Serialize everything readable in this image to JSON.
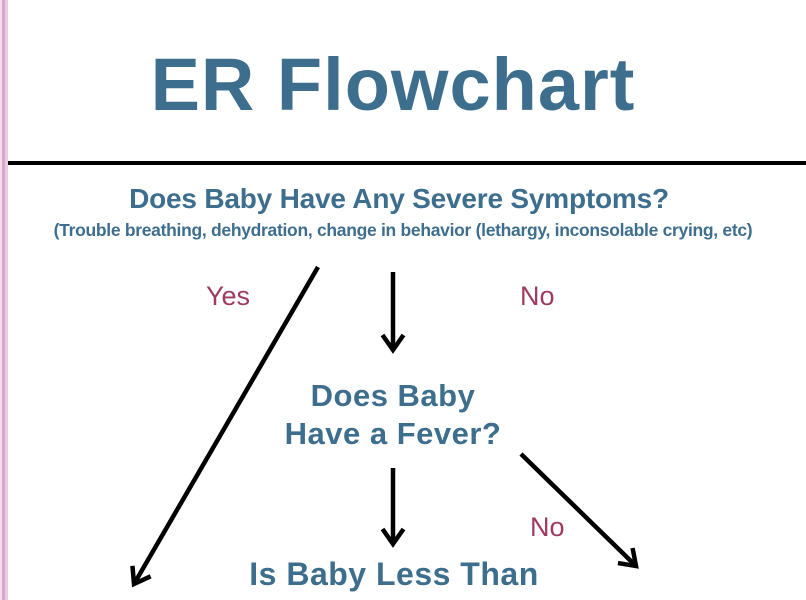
{
  "page": {
    "title": "ER Flowchart",
    "title_color": "#3e6e8e",
    "left_border_colors": [
      "#f3ddec",
      "#d8a6cd",
      "#edcce3"
    ],
    "divider_color": "#000000"
  },
  "colors": {
    "question_text": "#3e6e8e",
    "branch_label_text": "#9e3a5f",
    "arrow": "#000000"
  },
  "flowchart": {
    "q1": {
      "question": "Does Baby Have Any Severe Symptoms?",
      "detail": "(Trouble breathing, dehydration, change in behavior (lethargy, inconsolable crying, etc)",
      "yes_label": "Yes",
      "no_label": "No"
    },
    "q2": {
      "line1": "Does Baby",
      "line2": "Have a Fever?",
      "no_label": "No"
    },
    "q3": {
      "partial_text": "Is Baby Less Than"
    }
  }
}
